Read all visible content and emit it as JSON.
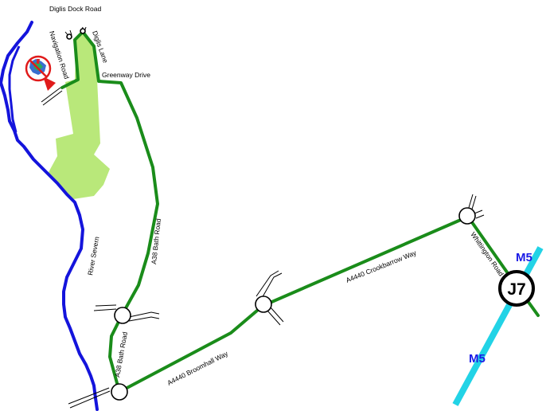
{
  "colors": {
    "route": "#1a8c1a",
    "river": "#1414dc",
    "motorway": "#22d3e6",
    "park": "#b9e87a",
    "roundabout_stroke": "#000000",
    "marker_red": "#e01b1b"
  },
  "icons": [
    "location-marker-icon",
    "roundabout-icon"
  ],
  "labels": {
    "diglis_dock_road": "Diglis Dock Road",
    "navigation_road": "Navigation Road",
    "diglis_lane": "Diglis Lane",
    "greenway_drive": "Greenway Drive",
    "a38_bath_road_upper": "A38 Bath Road",
    "a38_bath_road_lower": "A38 Bath Road",
    "river_severn": "River Severn",
    "a4440_broomhall_way": "A4440 Broomhall Way",
    "a4440_crookbarrow_way": "A4440 Crookbarrow Way",
    "whittington_road": "Whittington Road",
    "m5_upper": "M5",
    "m5_lower": "M5",
    "junction": "J7"
  }
}
